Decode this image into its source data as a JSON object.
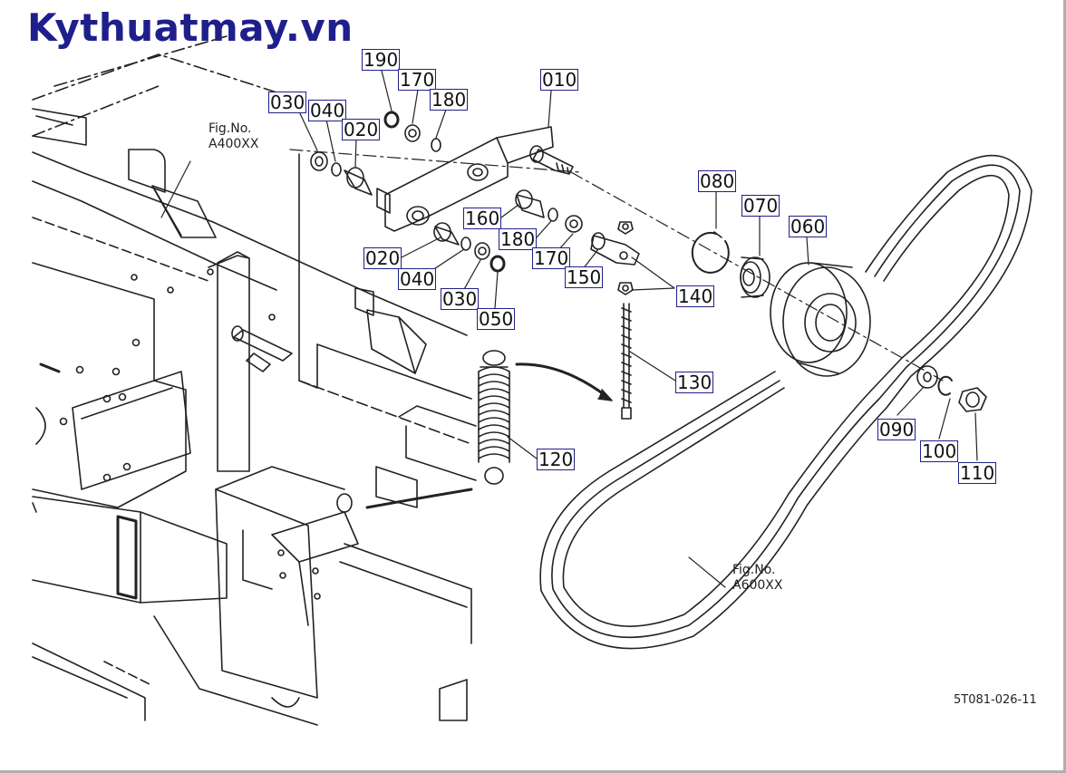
{
  "header": {
    "site": "Kythuatmay.vn"
  },
  "drawing_code": "5T081-026-11",
  "fig_refs": [
    {
      "line1": "Fig.No.",
      "line2": "A400XX"
    },
    {
      "line1": "Fig.No.",
      "line2": "A600XX"
    }
  ],
  "part_labels": [
    "190",
    "170",
    "180",
    "010",
    "030",
    "040",
    "020",
    "160",
    "180",
    "170",
    "150",
    "020",
    "040",
    "030",
    "050",
    "140",
    "080",
    "070",
    "060",
    "130",
    "120",
    "090",
    "100",
    "110"
  ]
}
